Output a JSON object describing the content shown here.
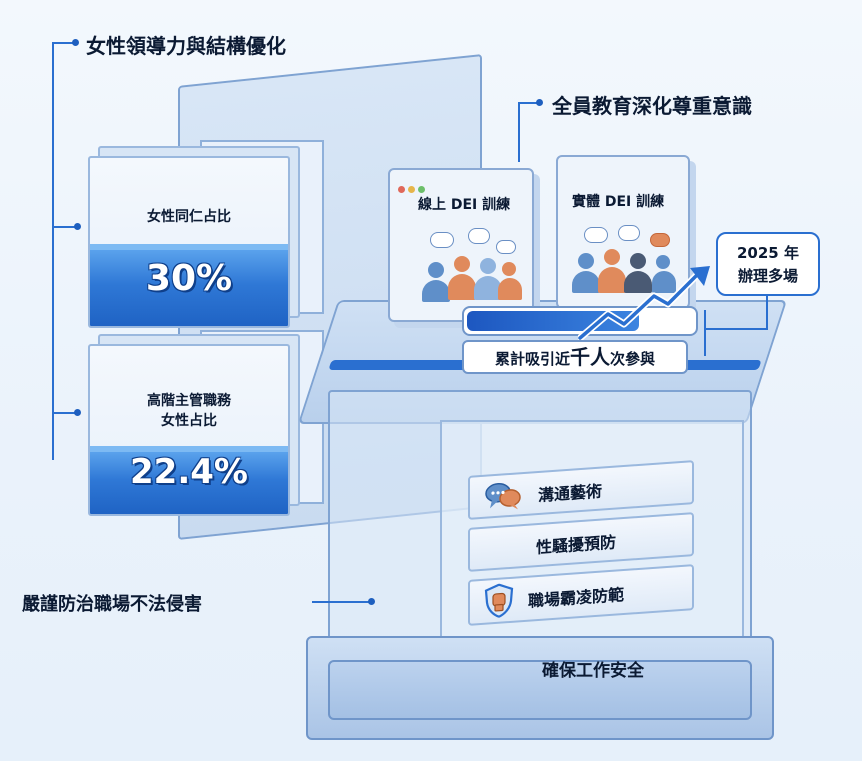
{
  "headings": {
    "leadership": "女性領導力與結構優化",
    "education": "全員教育深化尊重意識",
    "prevention": "嚴謹防治職場不法侵害"
  },
  "stats": [
    {
      "label": "女性同仁占比",
      "value": "30%"
    },
    {
      "label_line1": "高階主管職務",
      "label_line2": "女性占比",
      "value": "22.4%"
    }
  ],
  "screens": {
    "online": "線上 DEI 訓練",
    "physical": "實體 DEI 訓練"
  },
  "callout_2025": {
    "line1": "2025 年",
    "line2": "辦理多場"
  },
  "participation": {
    "prefix": "累計吸引近",
    "emphasis": "千人",
    "suffix": "次參與"
  },
  "shelf_items": [
    {
      "label": "溝通藝術",
      "icon": "chat-bubbles-icon"
    },
    {
      "label": "性騷擾預防",
      "icon": ""
    },
    {
      "label": "職場霸凌防範",
      "icon": "shield-fist-icon"
    }
  ],
  "base_label": "確保工作安全",
  "colors": {
    "accent": "#2a6fd0",
    "liquid": "#2f78d6",
    "text": "#0b1a33"
  }
}
